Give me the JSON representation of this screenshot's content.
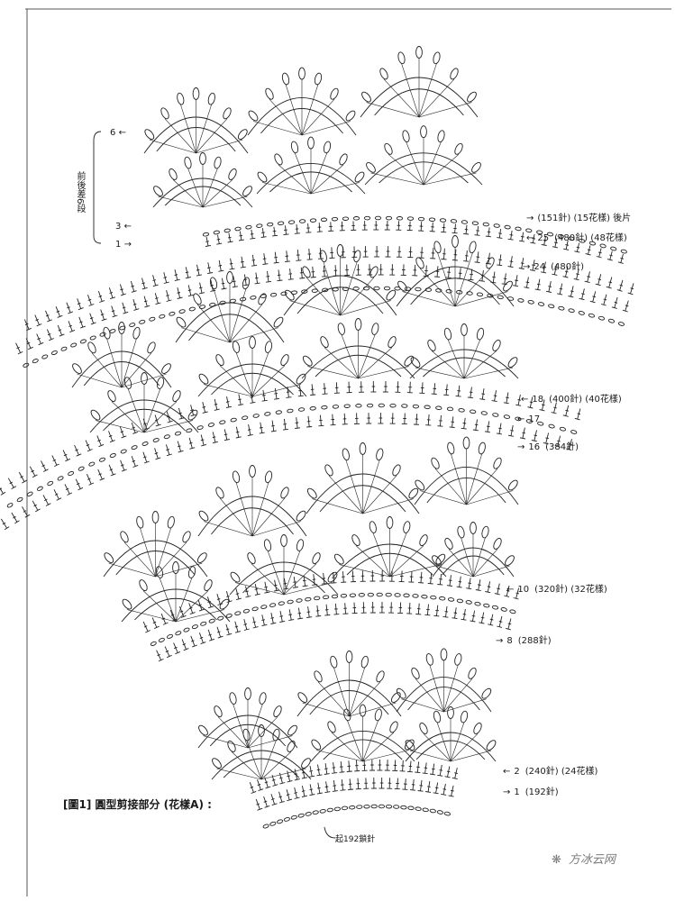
{
  "title": "[圖1] 圓型剪接部分 (花樣A) :",
  "start_note": "起192鎖針",
  "side_note": "前後差6段",
  "watermark": "方冰云网",
  "left_labels": [
    {
      "text": "6",
      "arrow": "←"
    },
    {
      "text": "3",
      "arrow": "←"
    },
    {
      "text": "1",
      "arrow": "→"
    }
  ],
  "right_labels": [
    {
      "arrow": "→",
      "row": "",
      "info": "(151針) (15花樣) 後片"
    },
    {
      "arrow": "←",
      "row": "25",
      "info": "(480針) (48花樣)"
    },
    {
      "arrow": "→",
      "row": "24",
      "info": "(480針)"
    },
    {
      "arrow": "←",
      "row": "18",
      "info": "(400針) (40花樣)"
    },
    {
      "arrow": "←",
      "row": "17",
      "info": ""
    },
    {
      "arrow": "→",
      "row": "16",
      "info": "(384針)"
    },
    {
      "arrow": "←",
      "row": "10",
      "info": "(320針) (32花樣)"
    },
    {
      "arrow": "→",
      "row": "8",
      "info": "(288針)"
    },
    {
      "arrow": "←",
      "row": "2",
      "info": "(240針) (24花樣)"
    },
    {
      "arrow": "→",
      "row": "1",
      "info": "(192針)"
    }
  ]
}
